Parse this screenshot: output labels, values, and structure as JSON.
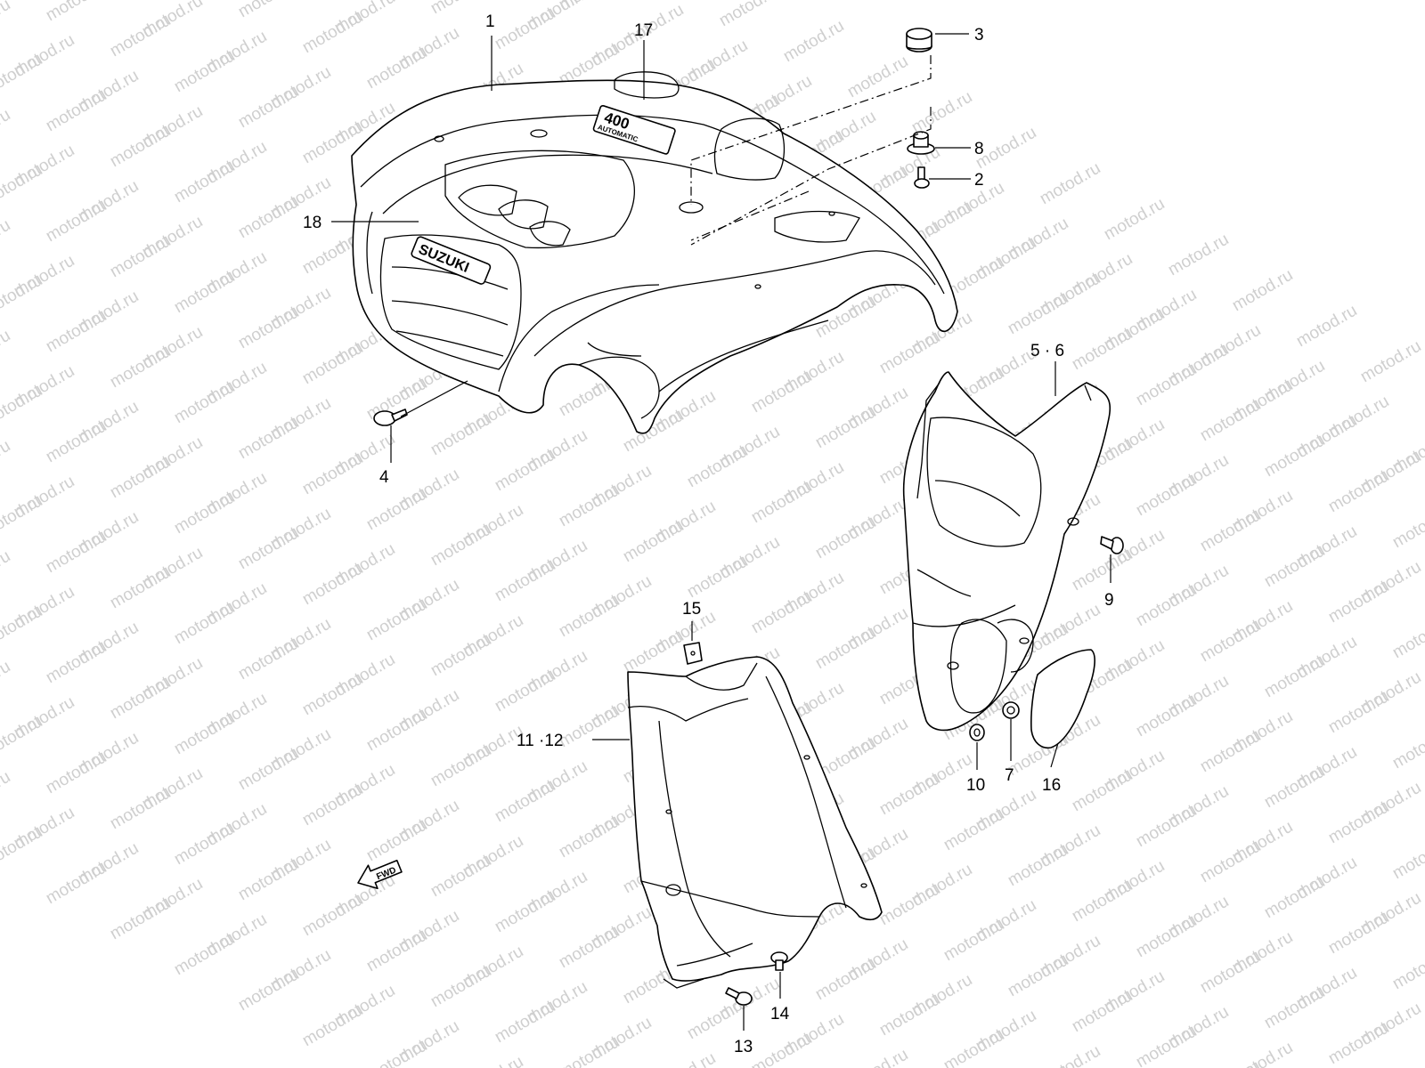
{
  "watermark_text": "motod.ru",
  "colors": {
    "line": "#000000",
    "background": "#ffffff",
    "watermark": "#cfcfcf"
  },
  "callouts": {
    "c1": "1",
    "c2": "2",
    "c3": "3",
    "c4": "4",
    "c5_6": "5 · 6",
    "c7": "7",
    "c8": "8",
    "c9": "9",
    "c10": "10",
    "c11_12": "11 ·12",
    "c13": "13",
    "c14": "14",
    "c15": "15",
    "c16": "16",
    "c17": "17",
    "c18": "18"
  },
  "emblems": {
    "brand": "SUZUKI",
    "model": "400",
    "model_sub": "AUTOMATIC",
    "fwd": "FWD"
  }
}
